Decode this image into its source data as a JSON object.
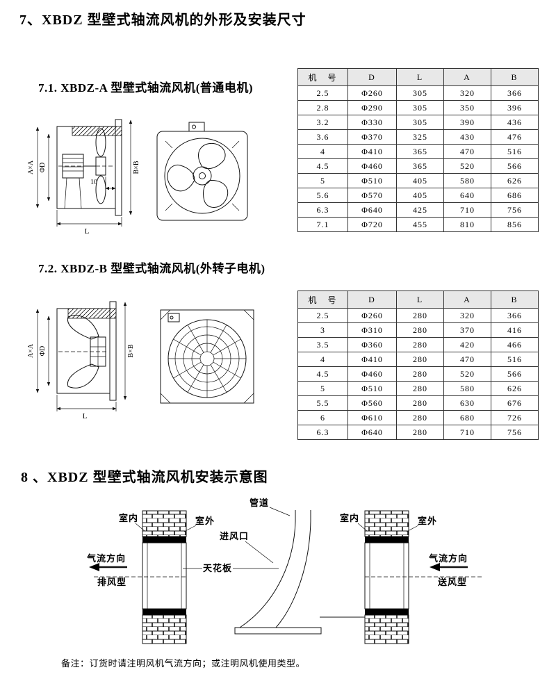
{
  "page": {
    "section7_title": "7、XBDZ 型壁式轴流风机的外形及安装尺寸",
    "section71_title": "7.1. XBDZ-A 型壁式轴流风机(普通电机)",
    "section72_title": "7.2. XBDZ-B 型壁式轴流风机(外转子电机)",
    "section8_title": "8 、XBDZ 型壁式轴流风机安装示意图",
    "footnote": "备注：订货时请注明风机气流方向；或注明风机使用类型。"
  },
  "dims": {
    "axa": "A×A",
    "phi_d": "ΦD",
    "bxb": "B×B",
    "gap": "10",
    "length": "L"
  },
  "table_a": {
    "headers": [
      "机　号",
      "D",
      "L",
      "A",
      "B"
    ],
    "rows": [
      [
        "2.5",
        "Φ260",
        "305",
        "320",
        "366"
      ],
      [
        "2.8",
        "Φ290",
        "305",
        "350",
        "396"
      ],
      [
        "3.2",
        "Φ330",
        "305",
        "390",
        "436"
      ],
      [
        "3.6",
        "Φ370",
        "325",
        "430",
        "476"
      ],
      [
        "4",
        "Φ410",
        "365",
        "470",
        "516"
      ],
      [
        "4.5",
        "Φ460",
        "365",
        "520",
        "566"
      ],
      [
        "5",
        "Φ510",
        "405",
        "580",
        "626"
      ],
      [
        "5.6",
        "Φ570",
        "405",
        "640",
        "686"
      ],
      [
        "6.3",
        "Φ640",
        "425",
        "710",
        "756"
      ],
      [
        "7.1",
        "Φ720",
        "455",
        "810",
        "856"
      ]
    ]
  },
  "table_b": {
    "headers": [
      "机　号",
      "D",
      "L",
      "A",
      "B"
    ],
    "rows": [
      [
        "2.5",
        "Φ260",
        "280",
        "320",
        "366"
      ],
      [
        "3",
        "Φ310",
        "280",
        "370",
        "416"
      ],
      [
        "3.5",
        "Φ360",
        "280",
        "420",
        "466"
      ],
      [
        "4",
        "Φ410",
        "280",
        "470",
        "516"
      ],
      [
        "4.5",
        "Φ460",
        "280",
        "520",
        "566"
      ],
      [
        "5",
        "Φ510",
        "280",
        "580",
        "626"
      ],
      [
        "5.5",
        "Φ560",
        "280",
        "630",
        "676"
      ],
      [
        "6",
        "Φ610",
        "280",
        "680",
        "726"
      ],
      [
        "6.3",
        "Φ640",
        "280",
        "710",
        "756"
      ]
    ]
  },
  "diagram": {
    "duct": "管道",
    "inlet": "进风口",
    "ceiling": "天花板",
    "indoor": "室内",
    "outdoor": "室外",
    "airflow": "气流方向",
    "exhaust": "排风型",
    "supply": "送风型"
  }
}
